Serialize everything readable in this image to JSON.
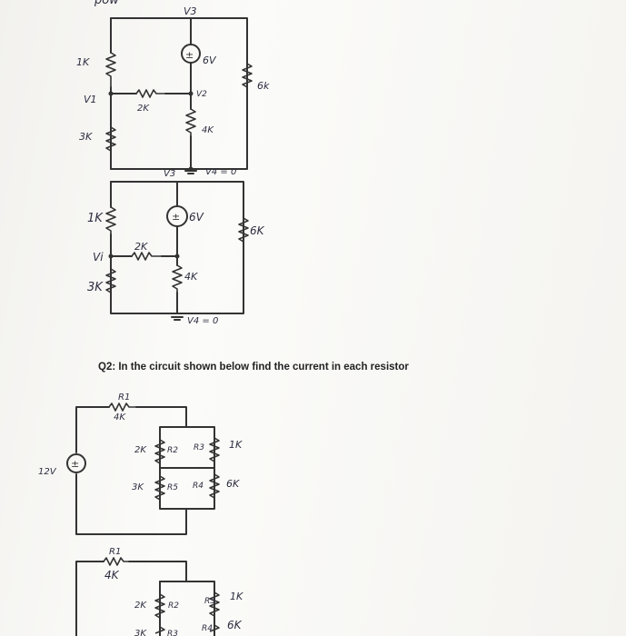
{
  "header": {
    "cut_text": "pow"
  },
  "circuit1": {
    "node_top": "V3",
    "src": "6V",
    "r_left_top": "1K",
    "r_right": "6k",
    "node_left": "V1",
    "r_mid": "2K",
    "node_mid": "V2",
    "r_center": "4K",
    "r_left_bot": "3K",
    "ground": "V4 = 0"
  },
  "circuit2": {
    "node_top": "V3",
    "src": "6V",
    "r_left_top": "1K",
    "r_right": "6K",
    "node_left": "Vi",
    "r_mid": "2K",
    "r_center": "4K",
    "r_left_bot": "3K",
    "ground": "V4 = 0"
  },
  "question": {
    "text": "Q2: In the circuit shown below find the current in each resistor"
  },
  "circuit3": {
    "r1_name": "R1",
    "r1_val": "4K",
    "source": "12V",
    "r2": "2K",
    "r2_name": "R2",
    "r3_name": "R3",
    "r3": "1K",
    "r_bot_left": "3K",
    "r5_name": "R5",
    "r4_name": "R4",
    "r4": "6K"
  },
  "circuit4": {
    "r1_name": "R1",
    "r1_val": "4K",
    "r2": "2K",
    "r2_name": "R2",
    "r3": "1K",
    "r3_name": "R3",
    "r_bot_left": "3K",
    "r5_name": "R3",
    "r4": "6K",
    "r4_name": "R4"
  }
}
